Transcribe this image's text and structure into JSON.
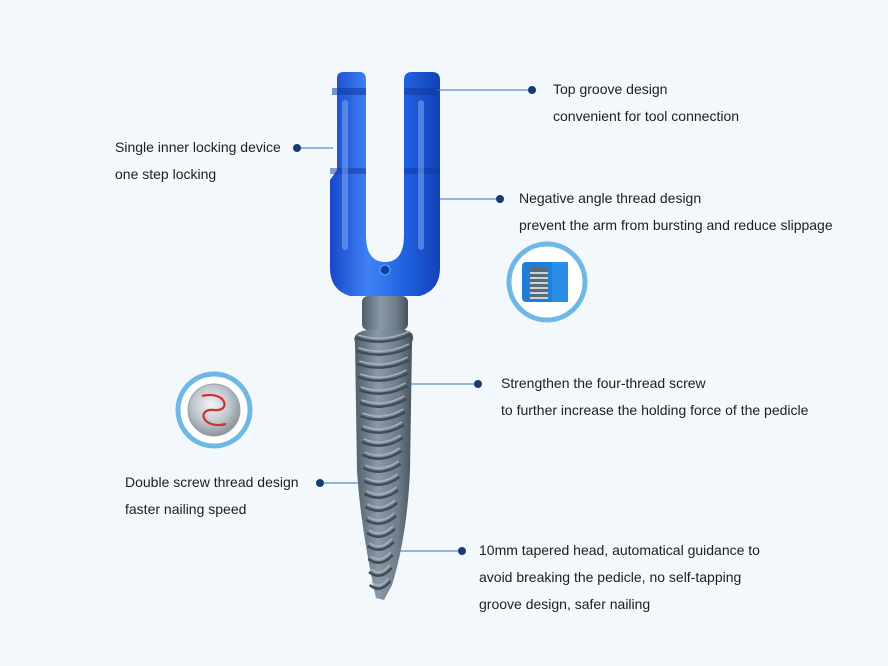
{
  "colors": {
    "background": "#f3f8fc",
    "tulip_blue": "#1f5fe0",
    "screw_gray": "#6f7f8c",
    "leader_line": "#2f6fb3",
    "dot": "#163d6e",
    "inset_ring": "#6fb8e6"
  },
  "icons": [
    "thread-closeup-icon",
    "thread-cross-section-icon"
  ],
  "callouts": [
    {
      "id": "top-groove",
      "lines": [
        "Top groove design",
        "convenient for tool connection"
      ]
    },
    {
      "id": "inner-locking",
      "lines": [
        "Single inner locking device",
        "one step locking"
      ]
    },
    {
      "id": "negative-angle",
      "lines": [
        "Negative angle thread design",
        "prevent the arm from bursting and reduce slippage"
      ]
    },
    {
      "id": "four-thread",
      "lines": [
        "Strengthen the four-thread screw",
        "to further increase the holding force of the pedicle"
      ]
    },
    {
      "id": "double-thread",
      "lines": [
        "Double screw thread design",
        "faster nailing speed"
      ]
    },
    {
      "id": "tapered-head",
      "lines": [
        "10mm tapered head, automatical guidance to",
        "avoid breaking the pedicle, no self-tapping",
        "groove design, safer nailing"
      ]
    }
  ]
}
